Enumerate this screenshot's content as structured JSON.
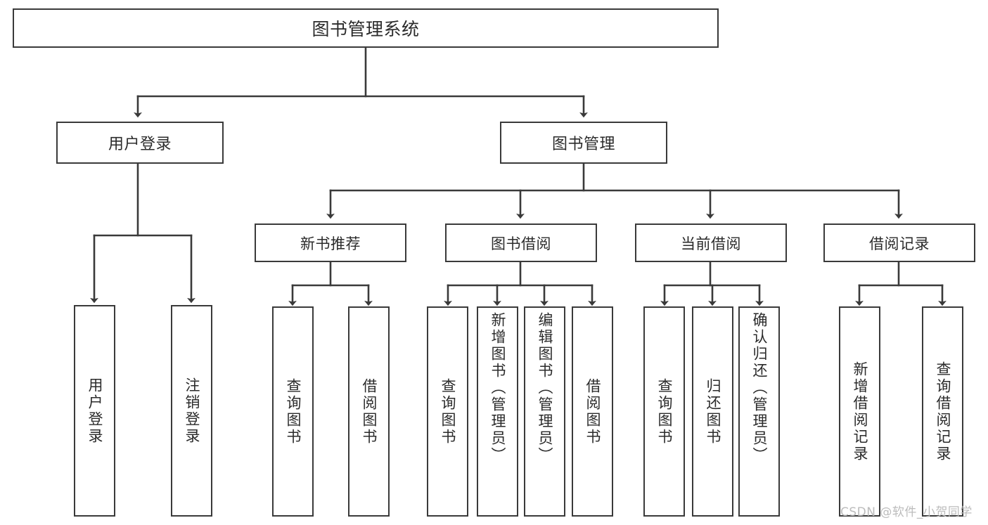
{
  "diagram": {
    "title": "图书管理系统",
    "type": "tree-hierarchy-flowchart",
    "watermark": "CSDN @软件_小贺同学",
    "colors": {
      "stroke": "#3a3a3a",
      "fill": "#ffffff",
      "text": "#2b2b2b",
      "watermark": "#bcbcbc"
    },
    "root": {
      "label": "图书管理系统"
    },
    "level1": [
      {
        "label": "用户登录"
      },
      {
        "label": "图书管理"
      }
    ],
    "user_login_children": [
      {
        "label": "用户登录"
      },
      {
        "label": "注销登录"
      }
    ],
    "book_manage_children": [
      {
        "label": "新书推荐"
      },
      {
        "label": "图书借阅"
      },
      {
        "label": "当前借阅"
      },
      {
        "label": "借阅记录"
      }
    ],
    "new_book_children": [
      {
        "label": "查询图书"
      },
      {
        "label": "借阅图书"
      }
    ],
    "borrow_children": [
      {
        "label": "查询图书"
      },
      {
        "label": "新增图书（管理员）"
      },
      {
        "label": "编辑图书（管理员）"
      },
      {
        "label": "借阅图书"
      }
    ],
    "current_borrow_children": [
      {
        "label": "查询图书"
      },
      {
        "label": "归还图书"
      },
      {
        "label": "确认归还（管理员）"
      }
    ],
    "record_children": [
      {
        "label": "新增借阅记录"
      },
      {
        "label": "查询借阅记录"
      }
    ]
  }
}
